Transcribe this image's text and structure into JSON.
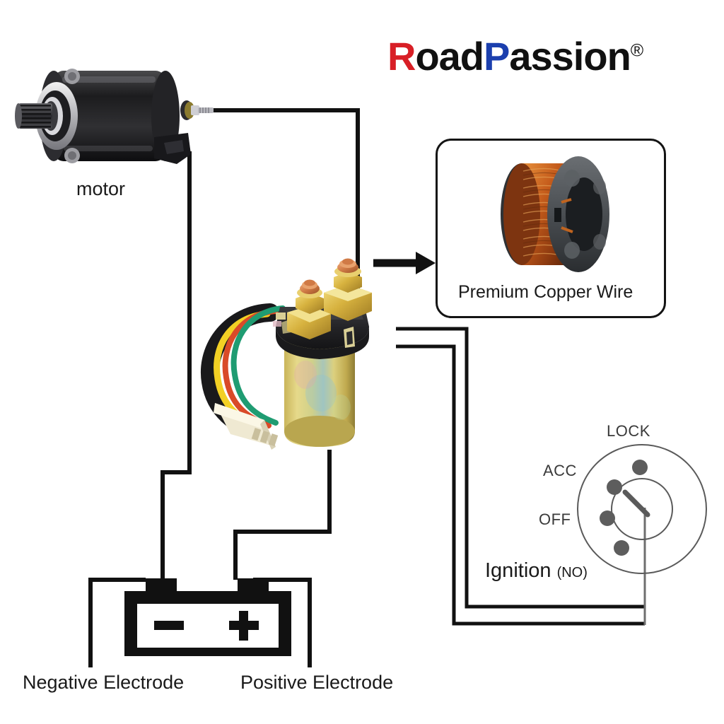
{
  "brand": {
    "part1": "R",
    "part2": "oad",
    "part3": "P",
    "part4": "assion",
    "registered": "®",
    "color_red": "#d81f26",
    "color_blue": "#1b3fae",
    "color_black": "#111111"
  },
  "labels": {
    "motor": "motor",
    "copper_wire": "Premium Copper Wire",
    "negative_electrode": "Negative Electrode",
    "positive_electrode": "Positive Electrode",
    "ignition": "Ignition",
    "ignition_note": "(NO)",
    "battery_minus": "−",
    "battery_plus": "+"
  },
  "ignition_switch": {
    "positions": [
      "LOCK",
      "ACC",
      "OFF"
    ],
    "lock": "LOCK",
    "acc": "ACC",
    "off": "OFF",
    "dot_count": 4,
    "dot_color": "#5d5d5d",
    "ring_color": "#5a5a5a"
  },
  "diagram": {
    "type": "wiring-diagram",
    "title": "Starter relay solenoid wiring diagram",
    "components": [
      {
        "name": "motor",
        "label": "motor"
      },
      {
        "name": "starter-relay",
        "label": ""
      },
      {
        "name": "battery",
        "label": ""
      },
      {
        "name": "ignition-switch",
        "label": "Ignition (NO)"
      },
      {
        "name": "copper-wire-callout",
        "label": "Premium Copper Wire"
      }
    ],
    "connections": [
      {
        "from": "motor-terminal",
        "to": "relay-terminal-left"
      },
      {
        "from": "motor-mount",
        "to": "battery-negative"
      },
      {
        "from": "relay-bottom",
        "to": "battery-positive"
      },
      {
        "from": "relay-right-upper",
        "to": "ignition-switch"
      },
      {
        "from": "relay-right-lower",
        "to": "ignition-switch"
      }
    ],
    "wire_colors": {
      "harness": [
        "#f2d024",
        "#1f9c72",
        "#d94a28"
      ],
      "line": "#111111"
    }
  }
}
